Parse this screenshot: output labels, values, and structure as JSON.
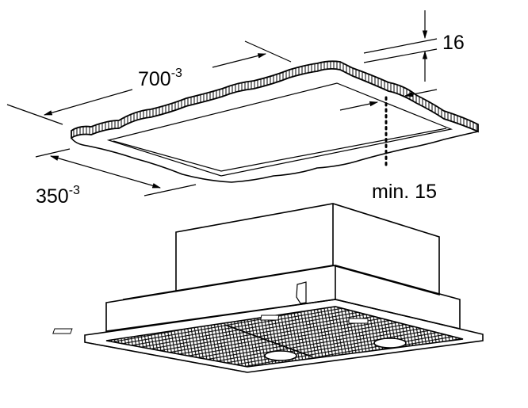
{
  "diagram": {
    "dimensions": {
      "width": {
        "value": "700",
        "tolerance": "-3"
      },
      "depth": {
        "value": "350",
        "tolerance": "-3"
      },
      "thickness": {
        "value": "16"
      },
      "clearance": {
        "value": "min. 15"
      }
    },
    "colors": {
      "line": "#000000",
      "background": "#ffffff"
    }
  }
}
